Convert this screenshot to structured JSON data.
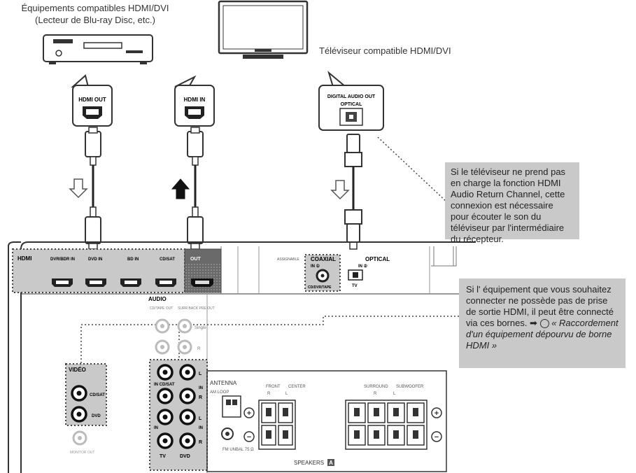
{
  "captions": {
    "source_device": "Équipements compatibles HDMI/DVI",
    "source_device_sub": "(Lecteur de Blu-ray Disc, etc.)",
    "tv": "Téléviseur compatible HDMI/DVI"
  },
  "bubbles": {
    "hdmi_out": "HDMI OUT",
    "hdmi_in": "HDMI IN",
    "digital_audio_out": "DIGITAL AUDIO OUT",
    "optical": "OPTICAL"
  },
  "notes": {
    "arc": "Si le téléviseur ne prend pas en charge la fonction HDMI Audio Return Channel, cette connexion est nécessaire pour écouter le son du téléviseur par l'intermédiaire du récepteur.",
    "no_hdmi_main": "Si l' équipement que vous souhaitez connecter ne possède pas de prise de sortie HDMI, il peut être connecté via ces bornes. ➡",
    "no_hdmi_italic": "« Raccordement d'un équipement dépourvu de borne HDMI »"
  },
  "panel": {
    "hdmi": "HDMI",
    "dvr_bdr_in": "DVR/BDR IN",
    "dvd_in": "DVD IN",
    "bd_in": "BD IN",
    "cd_sat": "CD/SAT",
    "out": "OUT",
    "assignable": "ASSIGNABLE",
    "coaxial": "COAXIAL",
    "coaxial_in": "IN ①",
    "coaxial_sub": "CD/DVR/TAPE",
    "optical": "OPTICAL",
    "optical_in": "IN ②",
    "optical_tv": "TV",
    "audio": "AUDIO",
    "cd_tape_out": "CD/TAPE OUT",
    "surr_back": "SURR BACK PRE OUT",
    "single": "Single",
    "r": "R",
    "l": "L",
    "in": "IN",
    "in_cd_sat": "IN CD/SAT",
    "tv": "TV",
    "dvd": "DVD",
    "video": "VIDÉO",
    "v_cdsat": "CD/SAT",
    "v_dvd": "DVD",
    "monitor_out": "MONITOR OUT",
    "antenna": "ANTENNA",
    "am_loop": "AM LOOP",
    "fm_unbal": "FM UNBAL 75 Ω",
    "front": "FRONT",
    "center": "CENTER",
    "surround": "SURROUND",
    "subwoofer": "SUBWOOFER",
    "speakers": "SPEAKERS",
    "speakers_badge": "A",
    "plus": "+",
    "minus": "−"
  }
}
